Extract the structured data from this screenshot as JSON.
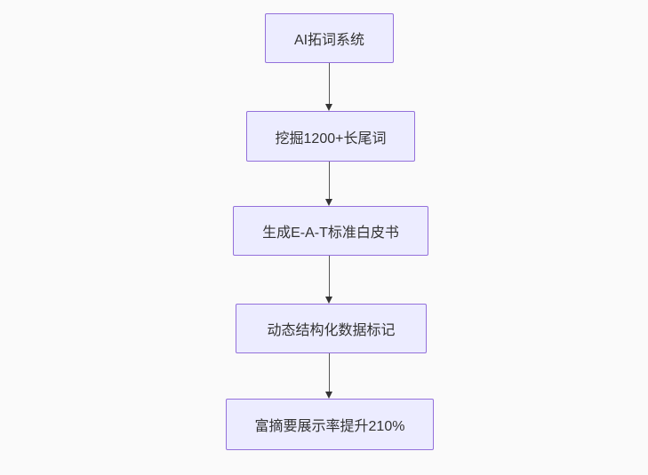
{
  "diagram": {
    "type": "flowchart",
    "direction": "top-down",
    "nodes": [
      {
        "label": "AI拓词系统"
      },
      {
        "label": "挖掘1200+长尾词"
      },
      {
        "label": "生成E-A-T标准白皮书"
      },
      {
        "label": "动态结构化数据标记"
      },
      {
        "label": "富摘要展示率提升210%"
      }
    ],
    "edges": [
      {
        "from": "AI拓词系统",
        "to": "挖掘1200+长尾词"
      },
      {
        "from": "挖掘1200+长尾词",
        "to": "生成E-A-T标准白皮书"
      },
      {
        "from": "生成E-A-T标准白皮书",
        "to": "动态结构化数据标记"
      },
      {
        "from": "动态结构化数据标记",
        "to": "富摘要展示率提升210%"
      }
    ],
    "colors": {
      "background": "#FAFAFA",
      "node_fill": "#ECECFF",
      "node_border": "#9370DB",
      "node_text": "#333333",
      "edge_line": "#555555",
      "edge_head": "#333333"
    }
  }
}
